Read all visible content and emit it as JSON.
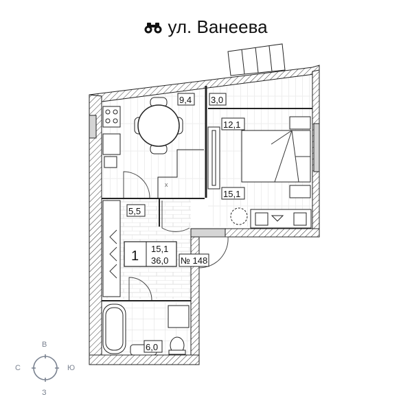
{
  "header": {
    "street_label": "ул. Ванеева",
    "icon": "binoculars-icon"
  },
  "rooms": [
    {
      "id": "kitchen",
      "area": "9,4"
    },
    {
      "id": "storage",
      "area": "3,0"
    },
    {
      "id": "bedroom-sleep",
      "area": "12,1"
    },
    {
      "id": "bedroom-total",
      "area": "15,1"
    },
    {
      "id": "hall",
      "area": "5,5"
    },
    {
      "id": "bathroom",
      "area": "6,0"
    }
  ],
  "summary": {
    "rooms_count": "1",
    "living_area": "15,1",
    "total_area": "36,0"
  },
  "apartment": {
    "number_label": "№ 148"
  },
  "compass": {
    "north": "С",
    "east": "В",
    "south": "Ю",
    "west": "З"
  },
  "colors": {
    "wall_hatch": "#444444",
    "floor_line": "#d8d8d8",
    "compass": "#7a8290"
  }
}
